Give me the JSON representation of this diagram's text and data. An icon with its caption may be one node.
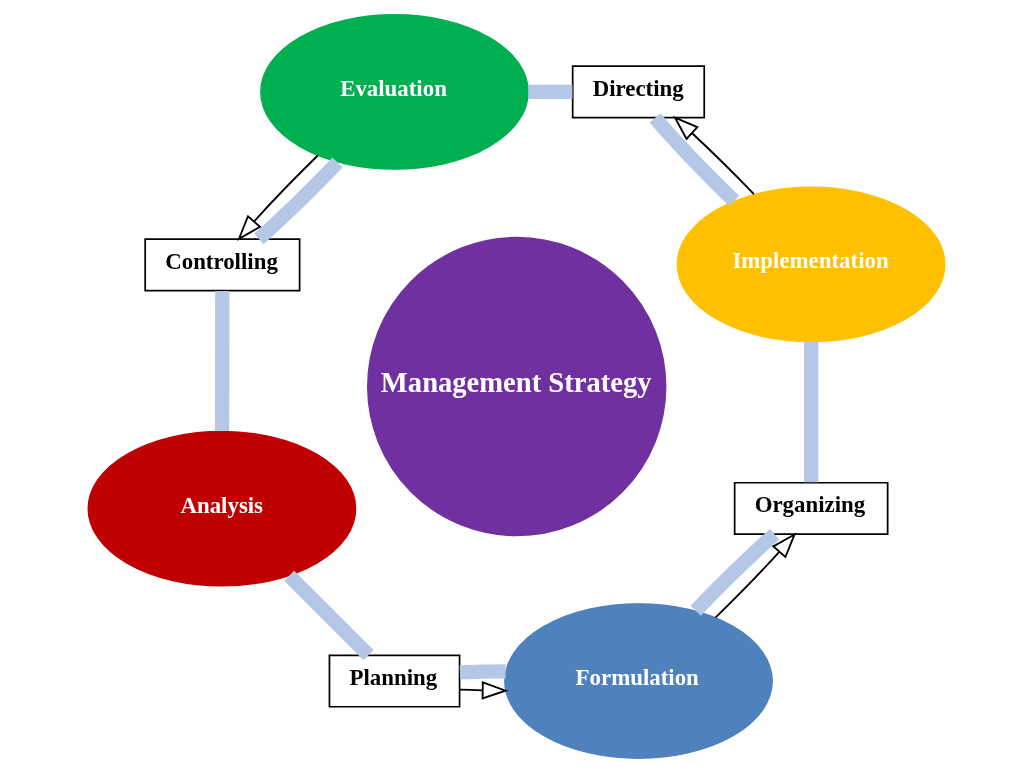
{
  "diagram": {
    "nodes": [
      {
        "text": [
          "Evaluation"
        ]
      },
      {
        "text": [
          "Directing"
        ]
      },
      {
        "text": [
          "Controlling"
        ]
      },
      {
        "text": [
          "Management Strategy"
        ]
      },
      {
        "text": [
          "Implementation"
        ]
      },
      {
        "text": [
          "Analysis"
        ]
      },
      {
        "text": [
          "Planning"
        ]
      },
      {
        "text": [
          "Organizing"
        ]
      },
      {
        "text": [
          "Formulation"
        ]
      }
    ],
    "edges": [
      {
        "from": 0,
        "to": 2,
        "arrow": "none"
      },
      {
        "from": 2,
        "to": 5,
        "arrow": "none"
      },
      {
        "from": 5,
        "to": 6,
        "arrow": "none"
      },
      {
        "from": 6,
        "to": 8,
        "arrow": "none"
      },
      {
        "from": 8,
        "to": 7,
        "arrow": "none"
      },
      {
        "from": 7,
        "to": 4,
        "arrow": "none"
      },
      {
        "from": 4,
        "to": 1,
        "arrow": "none"
      },
      {
        "from": 1,
        "to": 0,
        "arrow": "none"
      },
      {
        "from": 0,
        "to": 2,
        "arrow": "to",
        "color": "#000000"
      },
      {
        "from": 6,
        "to": 8,
        "arrow": "to",
        "color": "#000000"
      },
      {
        "from": 8,
        "to": 7,
        "arrow": "to",
        "color": "#000000"
      },
      {
        "from": 4,
        "to": 1,
        "arrow": "to",
        "color": "#000000"
      }
    ]
  }
}
